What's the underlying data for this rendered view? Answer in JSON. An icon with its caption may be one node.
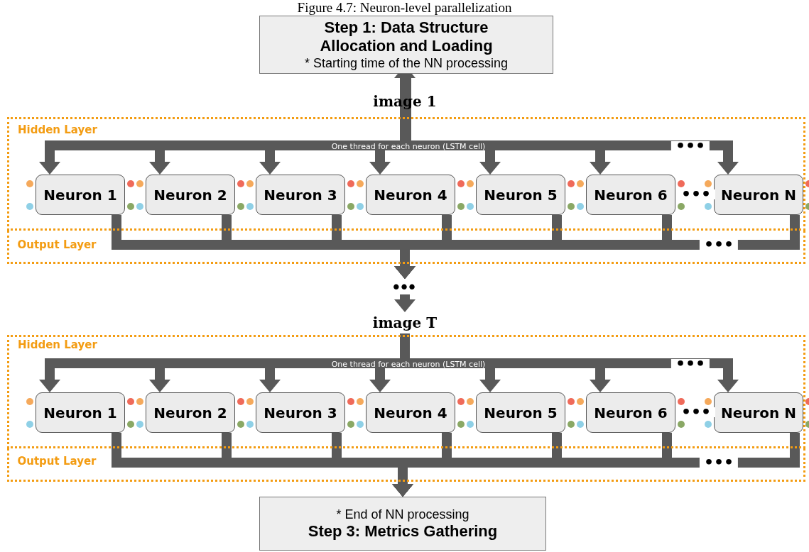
{
  "diagram": {
    "title": "Figure 4.7: Neuron-level parallelization",
    "nodes": [
      {
        "text": [
          "Step 1: Data Structure Allocation and Loading",
          "* Starting time of the NN processing"
        ]
      },
      {
        "text": [
          "image 1"
        ]
      },
      {
        "text": [
          "Hidden Layer"
        ]
      },
      {
        "text": [
          "Neuron 1"
        ],
        "in": 2
      },
      {
        "text": [
          "Neuron 2"
        ],
        "in": 2
      },
      {
        "text": [
          "Neuron 3"
        ],
        "in": 2
      },
      {
        "text": [
          "Neuron 4"
        ],
        "in": 2
      },
      {
        "text": [
          "Neuron 5"
        ],
        "in": 2
      },
      {
        "text": [
          "Neuron 6"
        ],
        "in": 2
      },
      {
        "text": [
          "Neuron N"
        ],
        "in": 2
      },
      {
        "text": [
          "•••"
        ]
      },
      {
        "text": [
          "image T"
        ]
      },
      {
        "text": [
          "Hidden Layer"
        ]
      },
      {
        "text": [
          "Neuron 1"
        ],
        "in": 12
      },
      {
        "text": [
          "Neuron 2"
        ],
        "in": 12
      },
      {
        "text": [
          "Neuron 3"
        ],
        "in": 12
      },
      {
        "text": [
          "Neuron 4"
        ],
        "in": 12
      },
      {
        "text": [
          "Neuron 5"
        ],
        "in": 12
      },
      {
        "text": [
          "Neuron 6"
        ],
        "in": 12
      },
      {
        "text": [
          "Neuron N"
        ],
        "in": 12
      },
      {
        "text": [
          "* End of NN processing",
          "Step 3: Metrics Gathering"
        ]
      }
    ],
    "edges": [
      {
        "from": 0,
        "to": 1,
        "arrow": "to"
      },
      {
        "from": 1,
        "to": 3,
        "arrow": "to"
      },
      {
        "from": 1,
        "to": 4,
        "arrow": "to"
      },
      {
        "from": 1,
        "to": 5,
        "arrow": "to"
      },
      {
        "from": 1,
        "to": 6,
        "arrow": "to"
      },
      {
        "from": 1,
        "to": 7,
        "arrow": "to"
      },
      {
        "from": 1,
        "to": 8,
        "arrow": "to"
      },
      {
        "from": 1,
        "to": 9,
        "arrow": "to"
      },
      {
        "from": 3,
        "to": 10,
        "arrow": "to"
      },
      {
        "from": 4,
        "to": 10,
        "arrow": "to"
      },
      {
        "from": 5,
        "to": 10,
        "arrow": "to"
      },
      {
        "from": 6,
        "to": 10,
        "arrow": "to"
      },
      {
        "from": 7,
        "to": 10,
        "arrow": "to"
      },
      {
        "from": 8,
        "to": 10,
        "arrow": "to"
      },
      {
        "from": 9,
        "to": 10,
        "arrow": "to"
      },
      {
        "from": 10,
        "to": 11,
        "arrow": "to"
      },
      {
        "from": 11,
        "to": 13,
        "arrow": "to"
      },
      {
        "from": 11,
        "to": 14,
        "arrow": "to"
      },
      {
        "from": 11,
        "to": 15,
        "arrow": "to"
      },
      {
        "from": 11,
        "to": 16,
        "arrow": "to"
      },
      {
        "from": 11,
        "to": 17,
        "arrow": "to"
      },
      {
        "from": 11,
        "to": 18,
        "arrow": "to"
      },
      {
        "from": 11,
        "to": 19,
        "arrow": "to"
      },
      {
        "from": 13,
        "to": 20,
        "arrow": "to"
      },
      {
        "from": 14,
        "to": 20,
        "arrow": "to"
      },
      {
        "from": 15,
        "to": 20,
        "arrow": "to"
      },
      {
        "from": 16,
        "to": 20,
        "arrow": "to"
      },
      {
        "from": 17,
        "to": 20,
        "arrow": "to"
      },
      {
        "from": 18,
        "to": 20,
        "arrow": "to"
      },
      {
        "from": 19,
        "to": 20,
        "arrow": "to"
      }
    ],
    "labels": [
      "One thread for each neuron (LSTM cell)",
      "•••",
      "•••",
      "Output Layer",
      "•••",
      "One thread for each neuron (LSTM cell)",
      "•••",
      "•••",
      "Output Layer",
      "•••"
    ]
  }
}
